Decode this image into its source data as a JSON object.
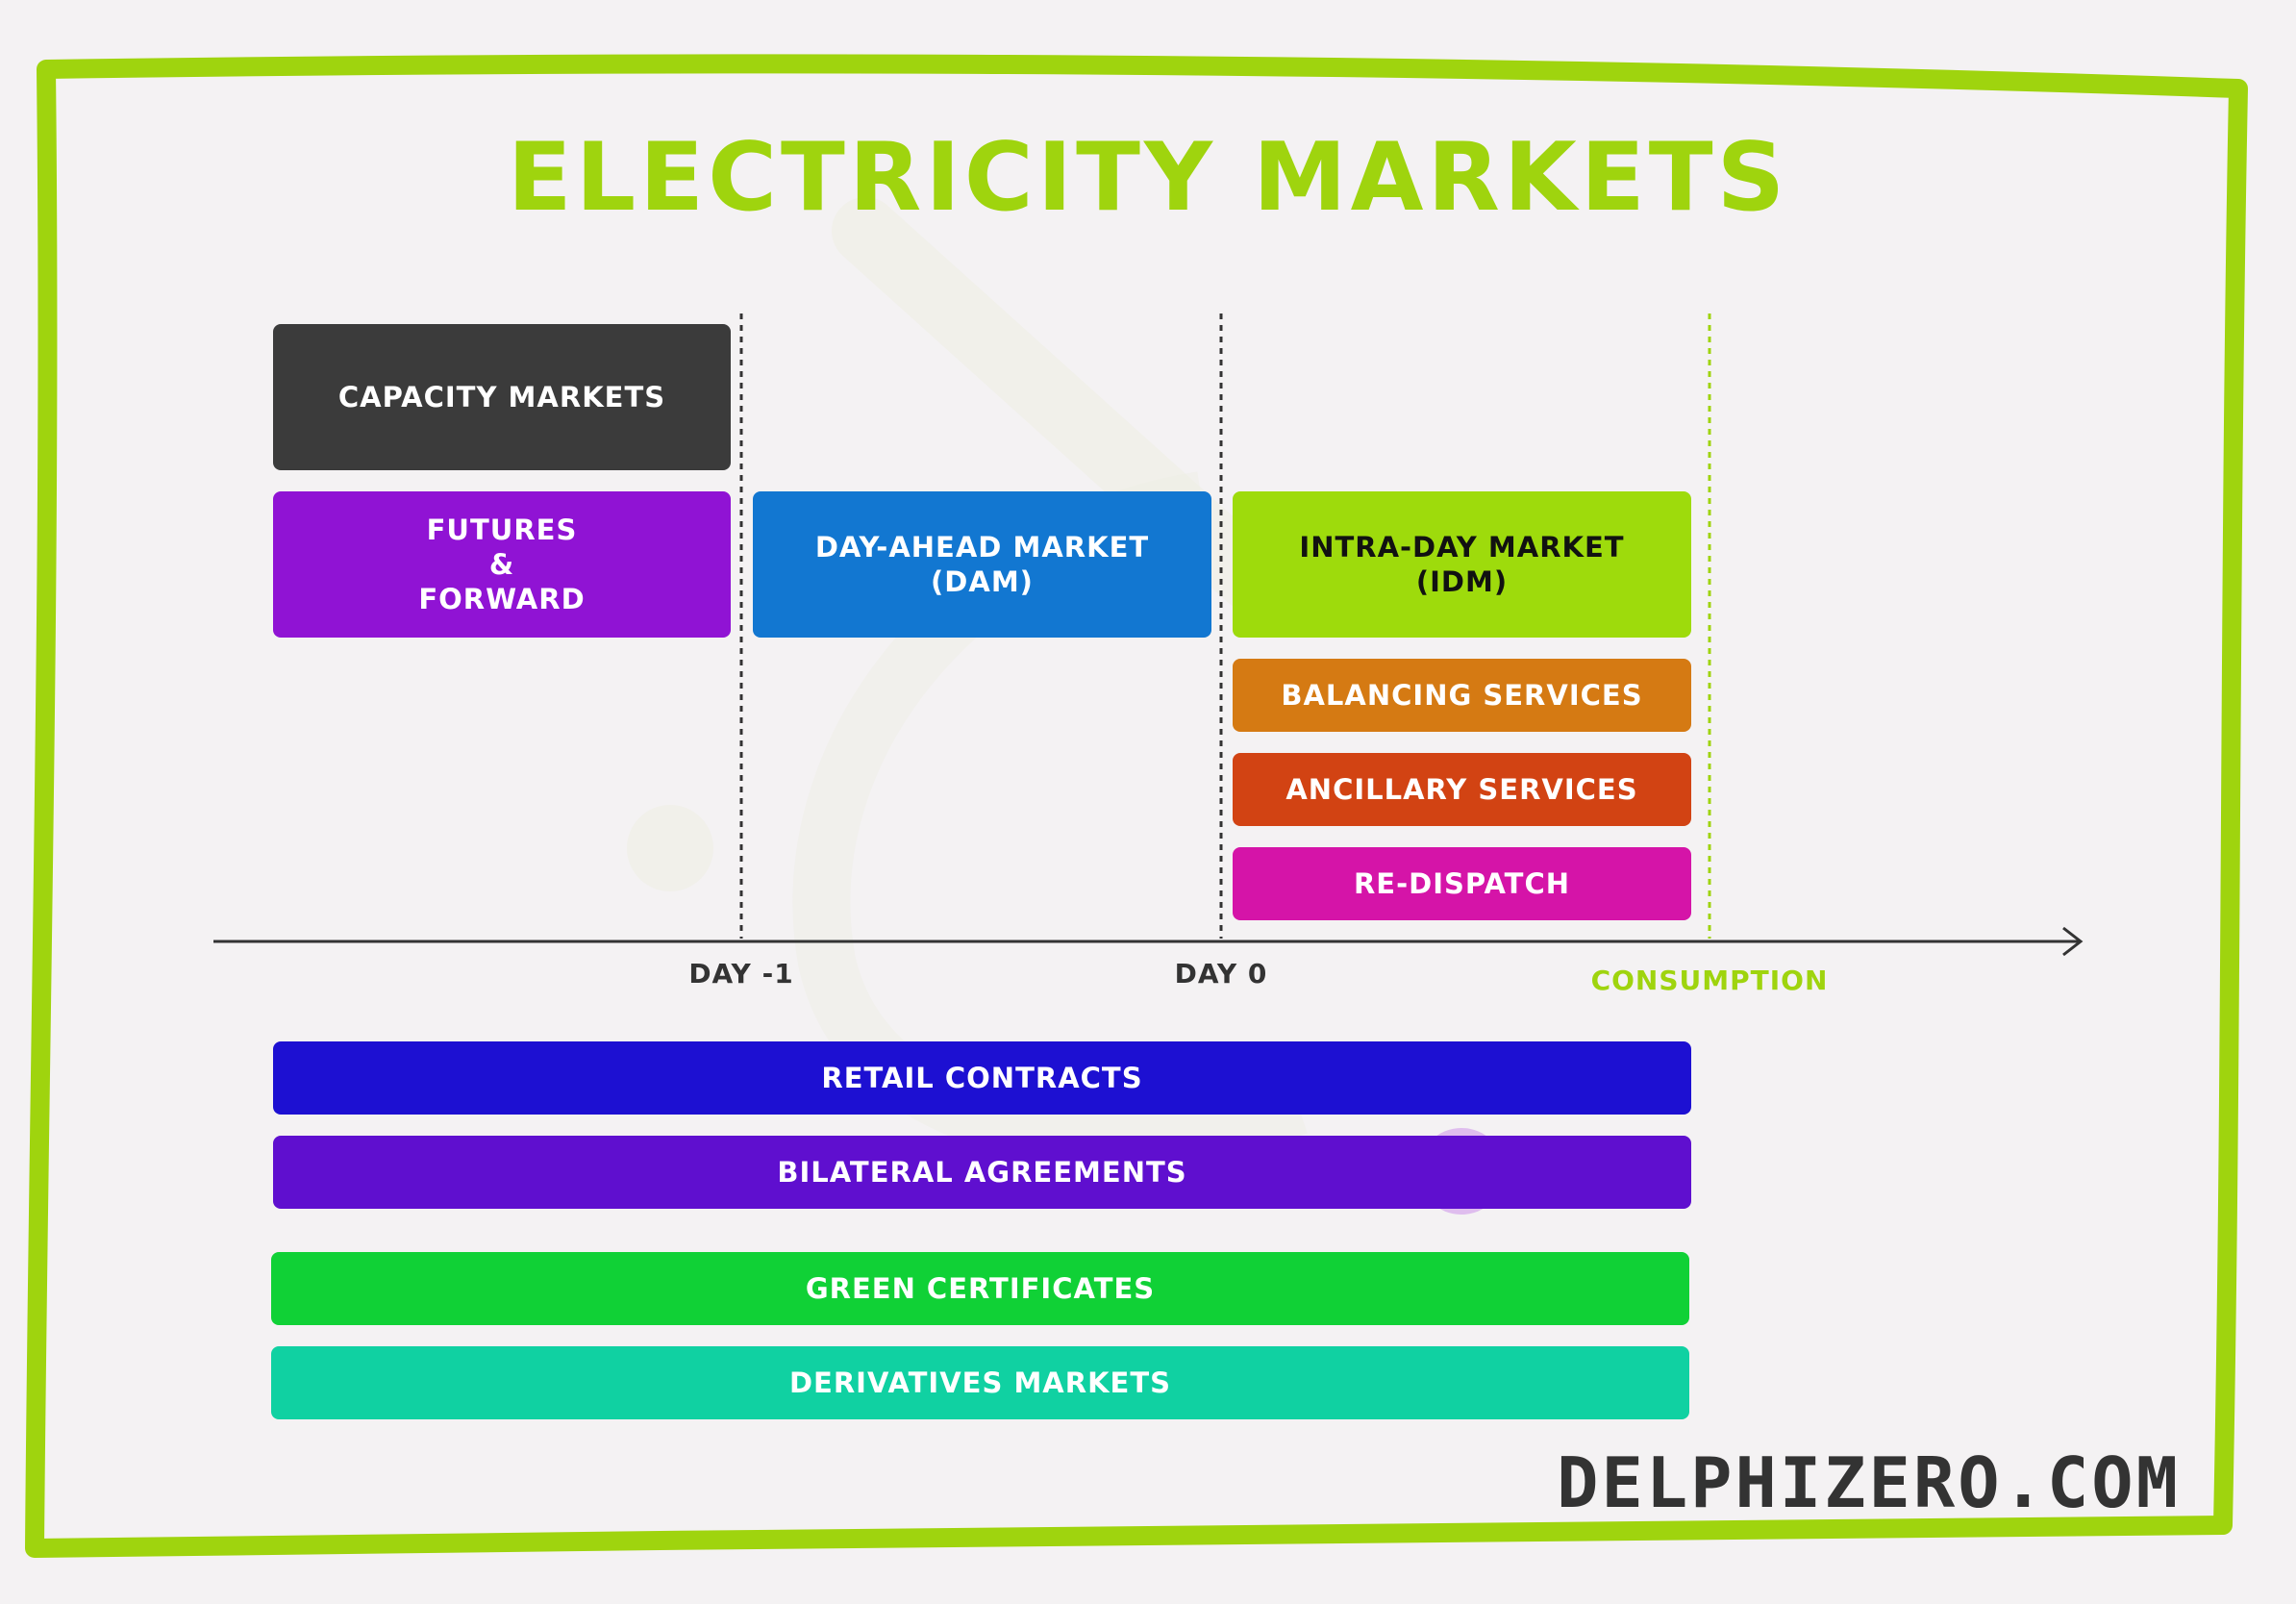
{
  "title": "ELECTRICITY MARKETS",
  "colors": {
    "frame": "#9fd40e",
    "title": "#9fd40e",
    "axis": "#333333",
    "consumption": "#9fd40e",
    "text_dark": "#333333"
  },
  "boxes": {
    "capacity": {
      "label": "CAPACITY MARKETS",
      "color": "#3b3b3b",
      "text_color": "#ffffff"
    },
    "futures": {
      "line1": "FUTURES",
      "line2": "&",
      "line3": "FORWARD",
      "color": "#9013d4",
      "text_color": "#ffffff"
    },
    "dam": {
      "line1": "DAY-AHEAD MARKET",
      "line2": "(DAM)",
      "color": "#1277d1",
      "text_color": "#ffffff"
    },
    "idm": {
      "line1": "INTRA-DAY MARKET",
      "line2": "(IDM)",
      "color": "#9edb0c",
      "text_color": "#111111"
    },
    "balancing": {
      "label": "BALANCING SERVICES",
      "color": "#d57a13",
      "text_color": "#ffffff"
    },
    "ancillary": {
      "label": "ANCILLARY SERVICES",
      "color": "#d24313",
      "text_color": "#ffffff"
    },
    "redispatch": {
      "label": "RE-DISPATCH",
      "color": "#d514a8",
      "text_color": "#ffffff"
    },
    "retail": {
      "label": "RETAIL CONTRACTS",
      "color": "#1d10d2",
      "text_color": "#ffffff"
    },
    "bilateral": {
      "label": "BILATERAL AGREEMENTS",
      "color": "#5f0fcf",
      "text_color": "#ffffff"
    },
    "green": {
      "label": "GREEN CERTIFICATES",
      "color": "#10d136",
      "text_color": "#ffffff"
    },
    "derivatives": {
      "label": "DERIVATIVES MARKETS",
      "color": "#10d1a2",
      "text_color": "#ffffff"
    }
  },
  "timeline": {
    "day_minus_1": "DAY -1",
    "day_0": "DAY 0",
    "consumption": "CONSUMPTION"
  },
  "footer": {
    "site": "DELPHIZERO.COM"
  }
}
